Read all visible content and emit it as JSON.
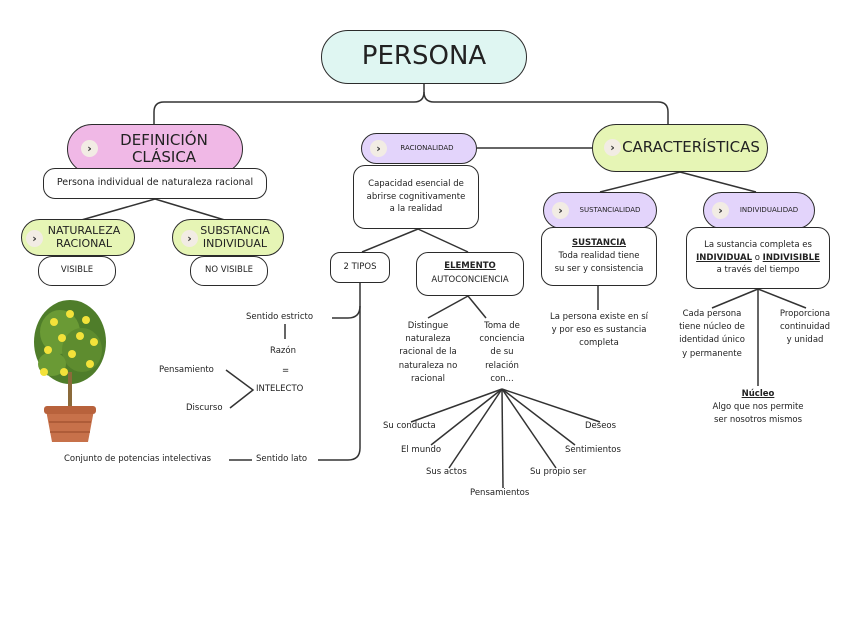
{
  "colors": {
    "root": "#dff6f2",
    "definicion": "#f0b8e6",
    "green": "#e6f5b5",
    "purple": "#e3d4fb",
    "line": "#333333"
  },
  "root": {
    "label": "PERSONA"
  },
  "definicion": {
    "title_line1": "DEFINICIÓN",
    "title_line2": "CLÁSICA",
    "description": "Persona individual de naturaleza racional",
    "naturaleza": {
      "line1": "NATURALEZA",
      "line2": "RACIONAL",
      "note": "VISIBLE"
    },
    "substancia": {
      "line1": "SUBSTANCIA",
      "line2": "INDIVIDUAL",
      "note": "NO VISIBLE"
    },
    "image": "lemon-tree-in-pot"
  },
  "racionalidad": {
    "title": "RACIONALIDAD",
    "description": [
      "Capacidad esencial de",
      "abrirse cognitivamente",
      "a la realidad"
    ],
    "tipos": {
      "label": "2 TIPOS",
      "sentido_estricto": "Sentido estricto",
      "razon": "Razón",
      "equals": "=",
      "intelecto": "INTELECTO",
      "pensamiento": "Pensamiento",
      "discurso": "Discurso",
      "sentido_lato": "Sentido lato",
      "conjunto": "Conjunto de potencias intelectivas"
    },
    "elemento": {
      "title": "ELEMENTO",
      "subtitle": "AUTOCONCIENCIA",
      "distingue": [
        "Distingue",
        "naturaleza",
        "racional de la",
        "naturaleza no",
        "racional"
      ],
      "toma": [
        "Toma de",
        "conciencia",
        "de su",
        "relación",
        "con..."
      ],
      "relaciones": [
        "Su conducta",
        "El mundo",
        "Sus actos",
        "Pensamientos",
        "Su propio ser",
        "Sentimientos",
        "Deseos"
      ]
    }
  },
  "caracteristicas": {
    "title": "CARACTERÍSTICAS",
    "sustancialidad": {
      "title": "SUSTANCIALIDAD",
      "heading": "SUSTANCIA",
      "description": [
        "Toda realidad tiene",
        "su ser y consistencia"
      ],
      "note": [
        "La persona existe en sí",
        "y por eso es sustancia",
        "completa"
      ]
    },
    "individualidad": {
      "title": "INDIVIDUALIDAD",
      "line1": "La sustancia completa es",
      "individual": "INDIVIDUAL",
      "o": " o ",
      "indivisible": "INDIVISIBLE",
      "line3": "a través del tiempo",
      "nucleo_left": [
        "Cada persona",
        "tiene núcleo de",
        "identidad único",
        "y permanente"
      ],
      "nucleo_right": [
        "Proporciona",
        "continuidad",
        "y unidad"
      ],
      "nucleo_title": "Núcleo",
      "nucleo_desc": [
        "Algo que nos permite",
        "ser nosotros mismos"
      ]
    }
  }
}
